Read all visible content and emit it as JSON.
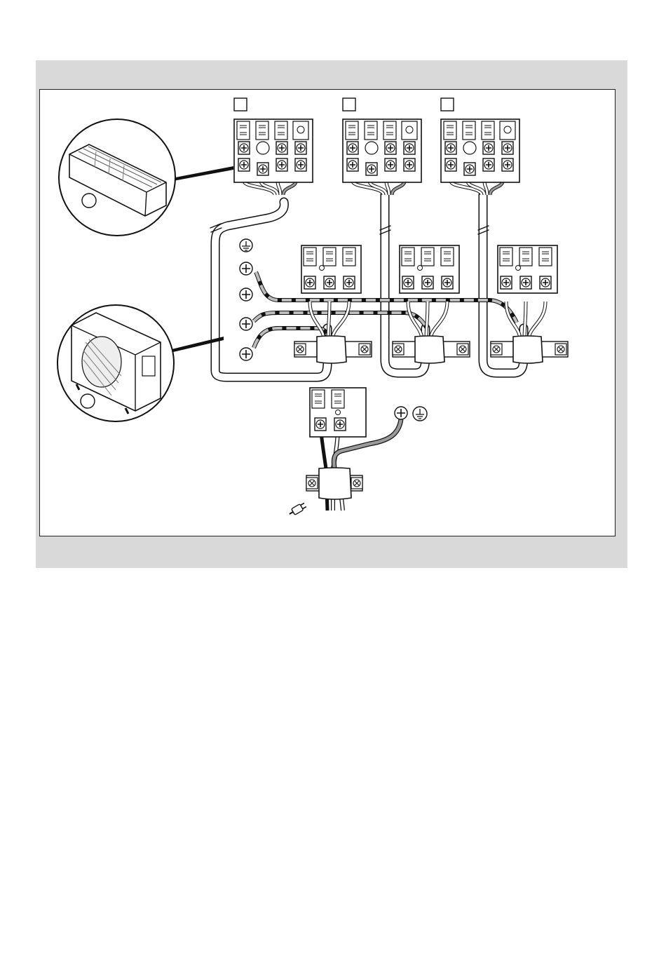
{
  "figure": {
    "caption": "",
    "colors": {
      "panel_background": "#d9d9d9",
      "frame_background": "#ffffff",
      "line": "#1a1a1a",
      "cable_gray": "#9a9a9a"
    },
    "callouts": [
      {
        "name": "indoor-unit-callout",
        "unit": "indoor-unit",
        "icon": "wall-mounted-air-conditioner-icon"
      },
      {
        "name": "outdoor-unit-callout",
        "unit": "outdoor-unit",
        "icon": "outdoor-unit-icon"
      }
    ],
    "indoor_unit_terminal_blocks": [
      {
        "name": "indoor-terminal-block-1",
        "label": ""
      },
      {
        "name": "indoor-terminal-block-2",
        "label": ""
      },
      {
        "name": "indoor-terminal-block-3",
        "label": ""
      }
    ],
    "outdoor_unit_terminal_blocks": [
      {
        "name": "outdoor-terminal-block-a"
      },
      {
        "name": "outdoor-terminal-block-b"
      },
      {
        "name": "outdoor-terminal-block-c"
      }
    ],
    "symbols": [
      "ground-icon",
      "power-plug-icon"
    ]
  }
}
